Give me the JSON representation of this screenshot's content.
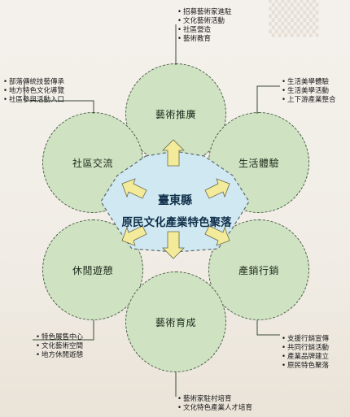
{
  "center": {
    "title": "臺東縣",
    "subtitle": "原民文化產業特色聚落"
  },
  "domains": [
    {
      "id": "top",
      "label": "藝術推廣",
      "notes": [
        "招募藝術家進駐",
        "文化藝術活動",
        "社區營造",
        "藝術教育"
      ]
    },
    {
      "id": "upper-left",
      "label": "社區交流",
      "notes": [
        "部落傳統技藝傳承",
        "地方特色文化導覽",
        "社區參與活動入口"
      ]
    },
    {
      "id": "upper-right",
      "label": "生活體驗",
      "notes": [
        "生活美學體驗",
        "生活美學活動",
        "上下游產業整合"
      ]
    },
    {
      "id": "lower-left",
      "label": "休閒遊憩",
      "notes": [
        "特色展售中心",
        "文化藝術空間",
        "地方休閒遊憩"
      ]
    },
    {
      "id": "lower-right",
      "label": "產銷行銷",
      "notes": [
        "支援行銷宣傳",
        "共同行銷活動",
        "產業品牌建立",
        "原民特色聚落"
      ]
    },
    {
      "id": "bottom",
      "label": "藝術育成",
      "notes": [
        "藝術家駐村培育",
        "文化特色產業人才培育"
      ]
    }
  ],
  "colors": {
    "circle": "#cfe2c2",
    "center": "#cfe8f2",
    "arrow": "#f3eb9a",
    "line": "#3a4a36"
  }
}
